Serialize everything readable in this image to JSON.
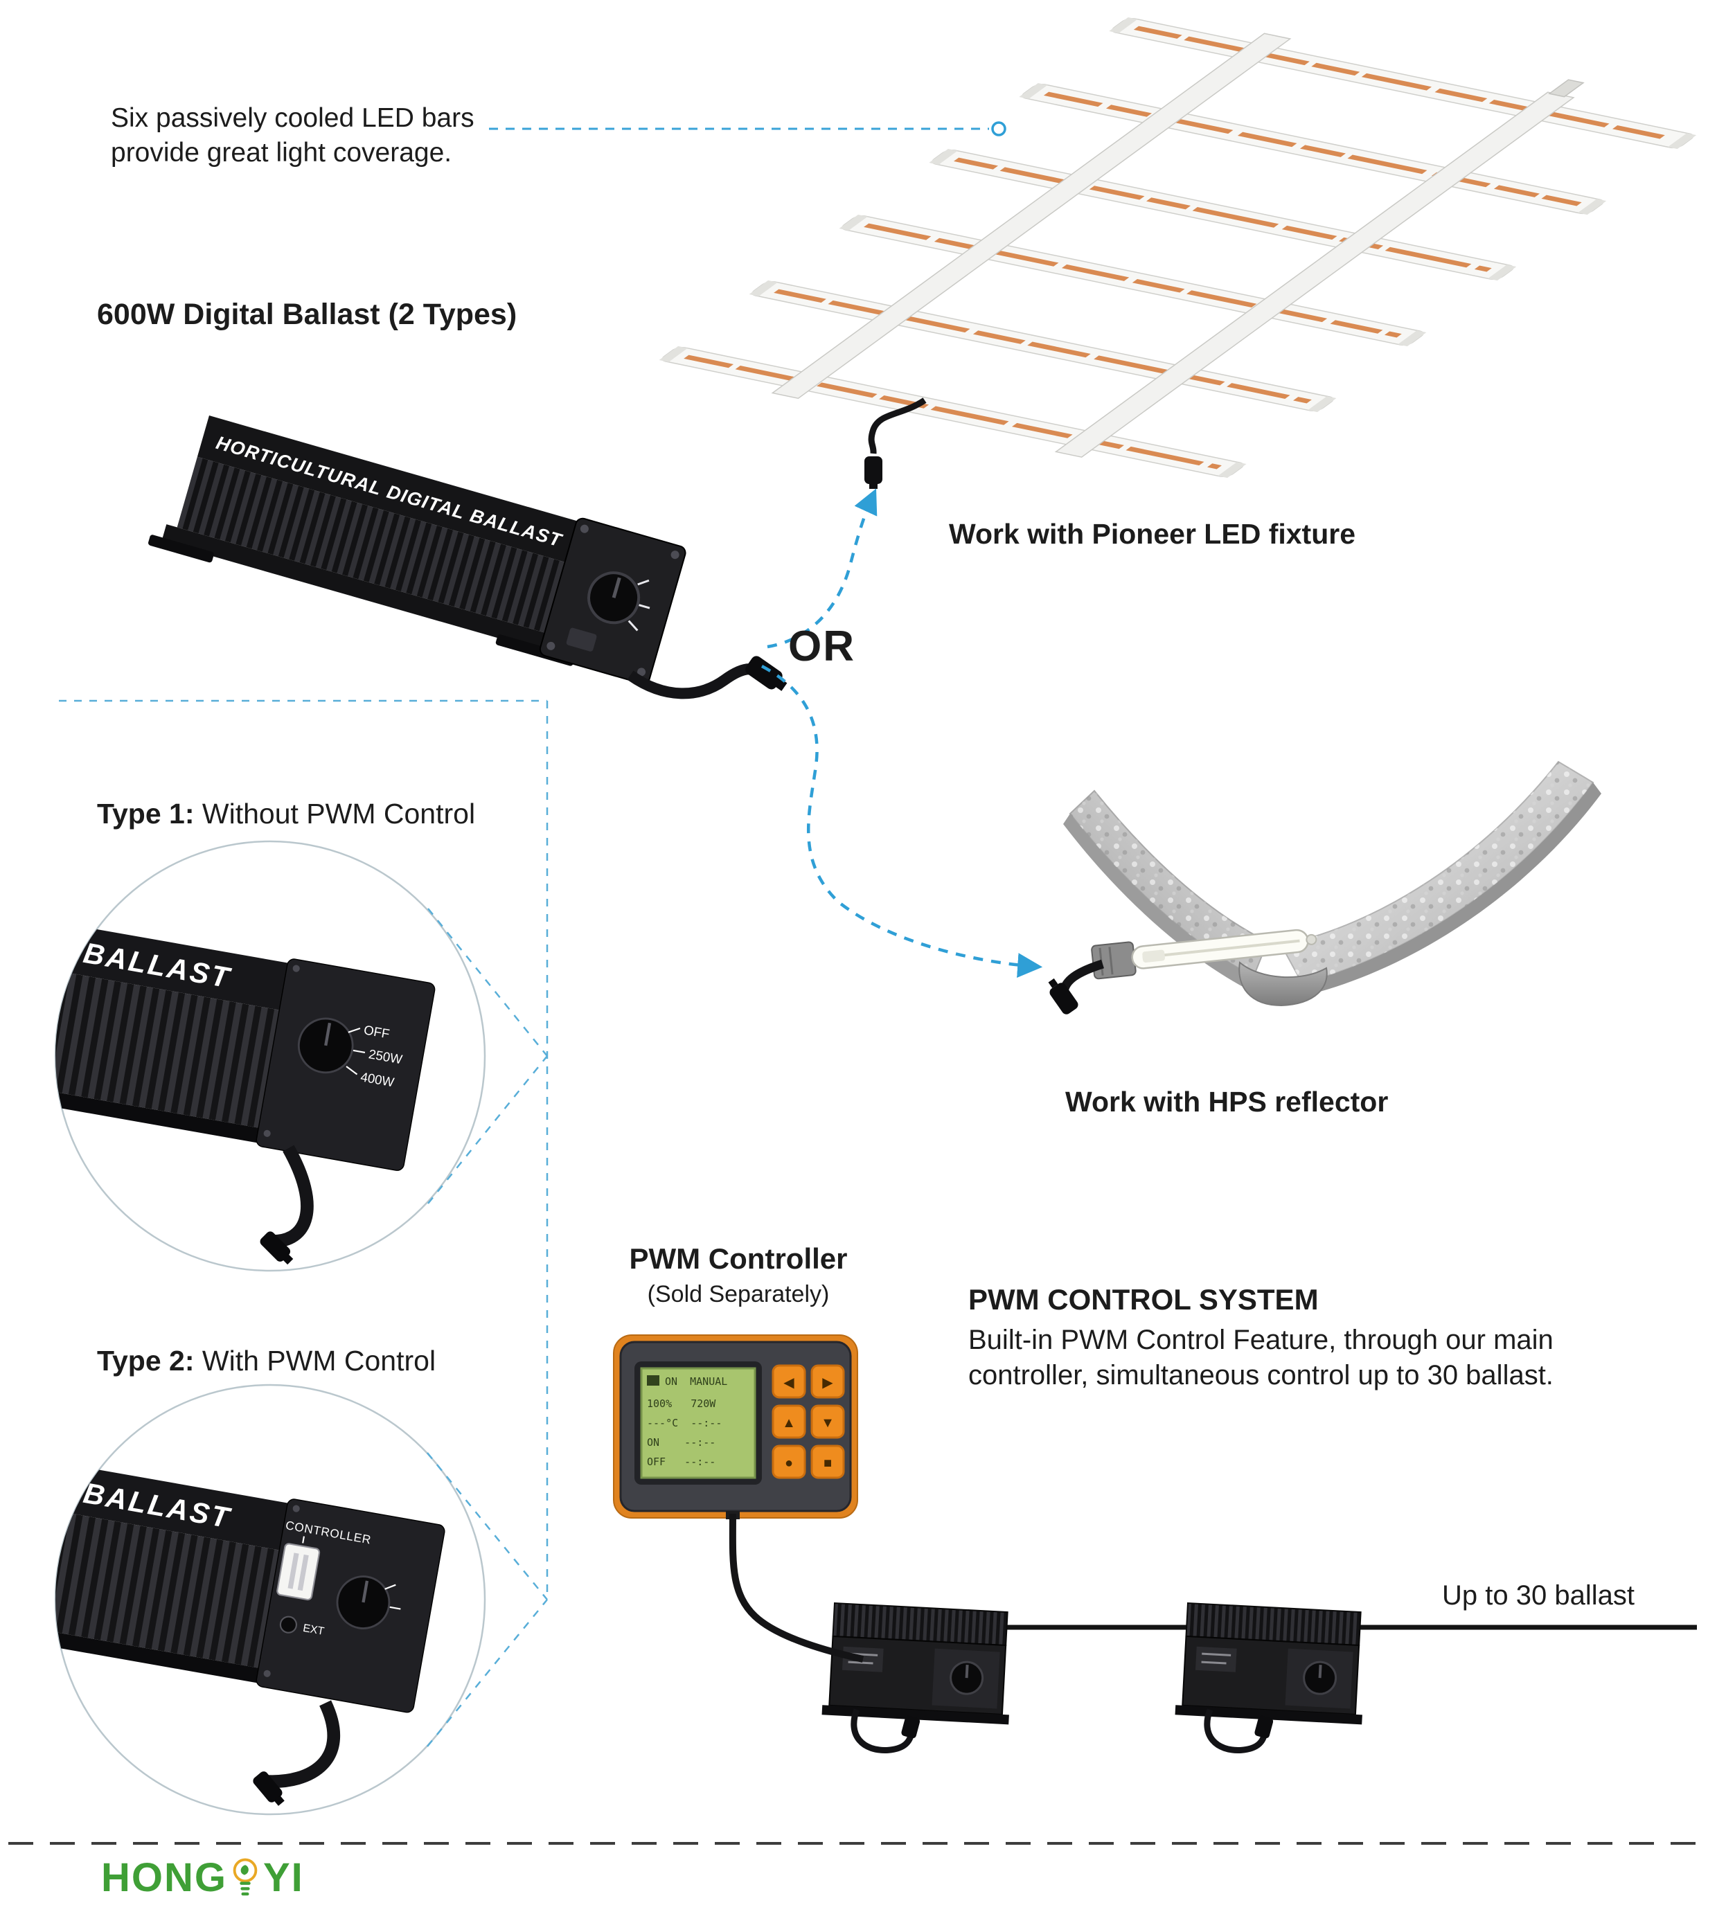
{
  "colors": {
    "accent_blue": "#2f9fd6",
    "orange": "#e8821e",
    "lcd_green": "#a8c56e",
    "logo_green": "#3f9f36"
  },
  "annotations": {
    "led_note": {
      "line1": "Six passively cooled LED bars",
      "line2": "provide great light coverage."
    },
    "ballast_heading": "600W Digital Ballast (2 Types)",
    "work_with_led": "Work with Pioneer LED fixture",
    "or": "OR",
    "work_with_hps": "Work with HPS reflector",
    "type1": {
      "label": "Type 1:",
      "text": "Without PWM Control"
    },
    "type2": {
      "label": "Type 2:",
      "text": "With PWM Control"
    },
    "pwm_controller": {
      "title": "PWM Controller",
      "subtitle": "(Sold Separately)"
    },
    "pwm_system": {
      "title": "PWM CONTROL SYSTEM",
      "line1": "Built-in PWM Control Feature, through our main",
      "line2": "controller, simultaneous control up to 30 ballast."
    },
    "up_to_30": "Up to 30 ballast"
  },
  "ballast": {
    "label": "HORTICULTURAL DIGITAL BALLAST",
    "zoom_label": "BALLAST",
    "dial": {
      "off": "OFF",
      "w250": "250W",
      "w400": "400W"
    },
    "controller_port": "CONTROLLER",
    "ext": "EXT"
  },
  "controller": {
    "lcd_rows": [
      "ON  MANUAL",
      "100%   720W",
      "---°C  --:--",
      "ON    --:--",
      "OFF   --:--"
    ],
    "buttons": [
      "◀",
      "▶",
      "▲",
      "▼",
      "●",
      "■"
    ]
  },
  "logo": {
    "left": "HONG",
    "right": "YI"
  }
}
